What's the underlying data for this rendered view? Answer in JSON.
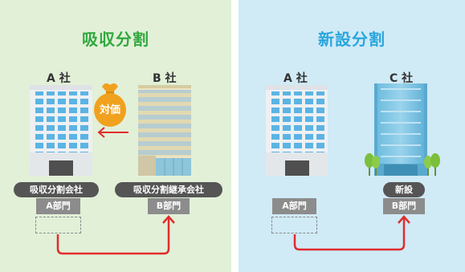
{
  "left_panel": {
    "title": "吸収分割",
    "company_a": "A 社",
    "company_b": "B 社",
    "consideration": "対価",
    "label_a": "吸収分割会社",
    "label_b": "吸収分割継承会社",
    "dept_a": "A部門",
    "dept_b": "B部門"
  },
  "right_panel": {
    "title": "新設分割",
    "company_a": "A 社",
    "company_c": "C 社",
    "label_c": "新設",
    "dept_a": "A部門",
    "dept_b": "B部門"
  },
  "colors": {
    "left_bg": "#e2f0d8",
    "right_bg": "#d0eaf6",
    "left_title": "#31a83e",
    "right_title": "#2aa6dd",
    "arrow": "#e02d2d",
    "money_bag": "#f0a11e",
    "pill": "#555555",
    "dept_box": "#8c8c8c"
  },
  "icons": [
    "office-building-icon",
    "low-building-icon",
    "glass-tower-icon",
    "money-bag-icon",
    "tree-icon",
    "arrow-left-icon",
    "arrow-up-icon"
  ]
}
